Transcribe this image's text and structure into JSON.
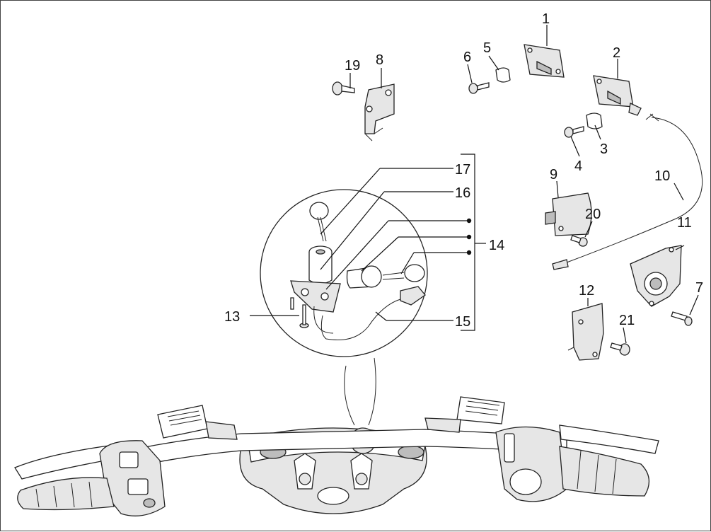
{
  "callouts": [
    {
      "id": "c1",
      "text": "1"
    },
    {
      "id": "c2",
      "text": "2"
    },
    {
      "id": "c3",
      "text": "3"
    },
    {
      "id": "c4",
      "text": "4"
    },
    {
      "id": "c5",
      "text": "5"
    },
    {
      "id": "c6",
      "text": "6"
    },
    {
      "id": "c7",
      "text": "7"
    },
    {
      "id": "c8",
      "text": "8"
    },
    {
      "id": "c9",
      "text": "9"
    },
    {
      "id": "c10",
      "text": "10"
    },
    {
      "id": "c11",
      "text": "11"
    },
    {
      "id": "c12",
      "text": "12"
    },
    {
      "id": "c13",
      "text": "13"
    },
    {
      "id": "c14",
      "text": "14"
    },
    {
      "id": "c15",
      "text": "15"
    },
    {
      "id": "c16",
      "text": "16"
    },
    {
      "id": "c17",
      "text": "17"
    },
    {
      "id": "c19",
      "text": "19"
    },
    {
      "id": "c20",
      "text": "20"
    },
    {
      "id": "c21",
      "text": "21"
    }
  ]
}
